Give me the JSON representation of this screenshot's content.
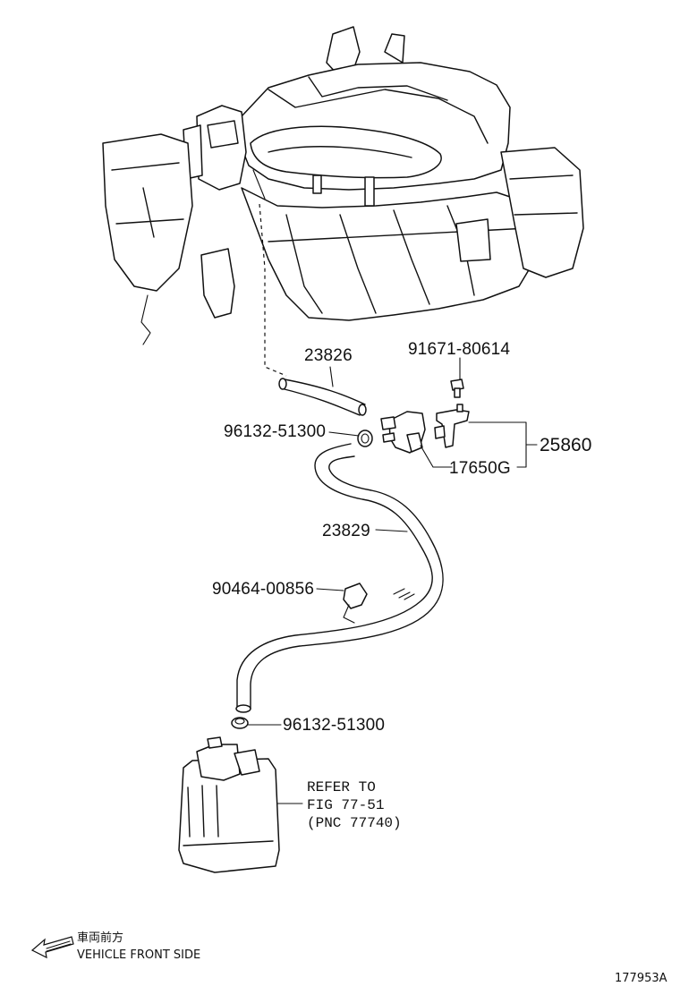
{
  "labels": {
    "hose_upper": "23826",
    "bolt": "91671-80614",
    "clamp_upper": "96132-51300",
    "valve_assy": "25860",
    "valve": "17650G",
    "hose_lower": "23829",
    "clip": "90464-00856",
    "clamp_lower": "96132-51300"
  },
  "refer": {
    "line1": "REFER TO",
    "line2": "FIG 77-51",
    "line3": "(PNC 77740)"
  },
  "front": {
    "jp": "車両前方",
    "en": "VEHICLE FRONT SIDE"
  },
  "figure_id": "177953A"
}
